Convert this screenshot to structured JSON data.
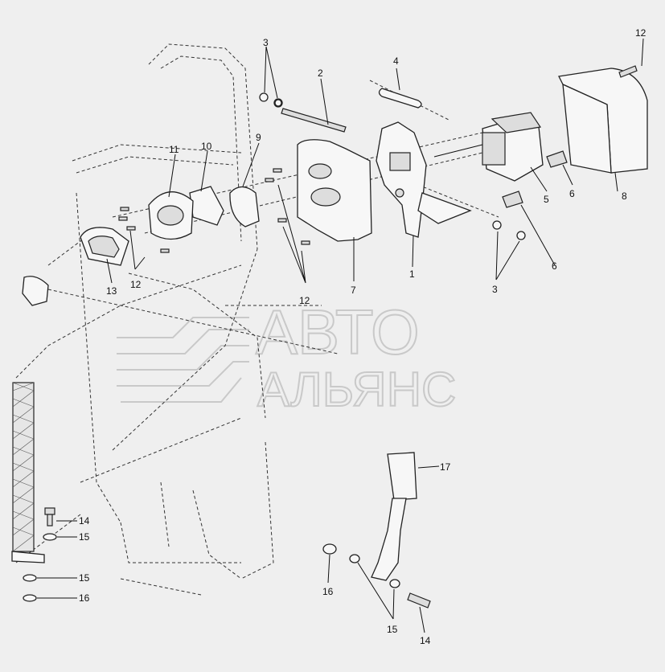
{
  "watermark": {
    "line1": "АВТО",
    "line2": "АЛЬЯНС"
  },
  "callouts": {
    "c1": "1",
    "c2": "2",
    "c3a": "3",
    "c3b": "3",
    "c4": "4",
    "c5": "5",
    "c6a": "6",
    "c6b": "6",
    "c7": "7",
    "c8": "8",
    "c9": "9",
    "c10": "10",
    "c11": "11",
    "c12a": "12",
    "c12b": "12",
    "c12c": "12",
    "c13": "13",
    "c14a": "14",
    "c14b": "14",
    "c15a": "15",
    "c15b": "15",
    "c15c": "15",
    "c16a": "16",
    "c16b": "16",
    "c17": "17"
  }
}
